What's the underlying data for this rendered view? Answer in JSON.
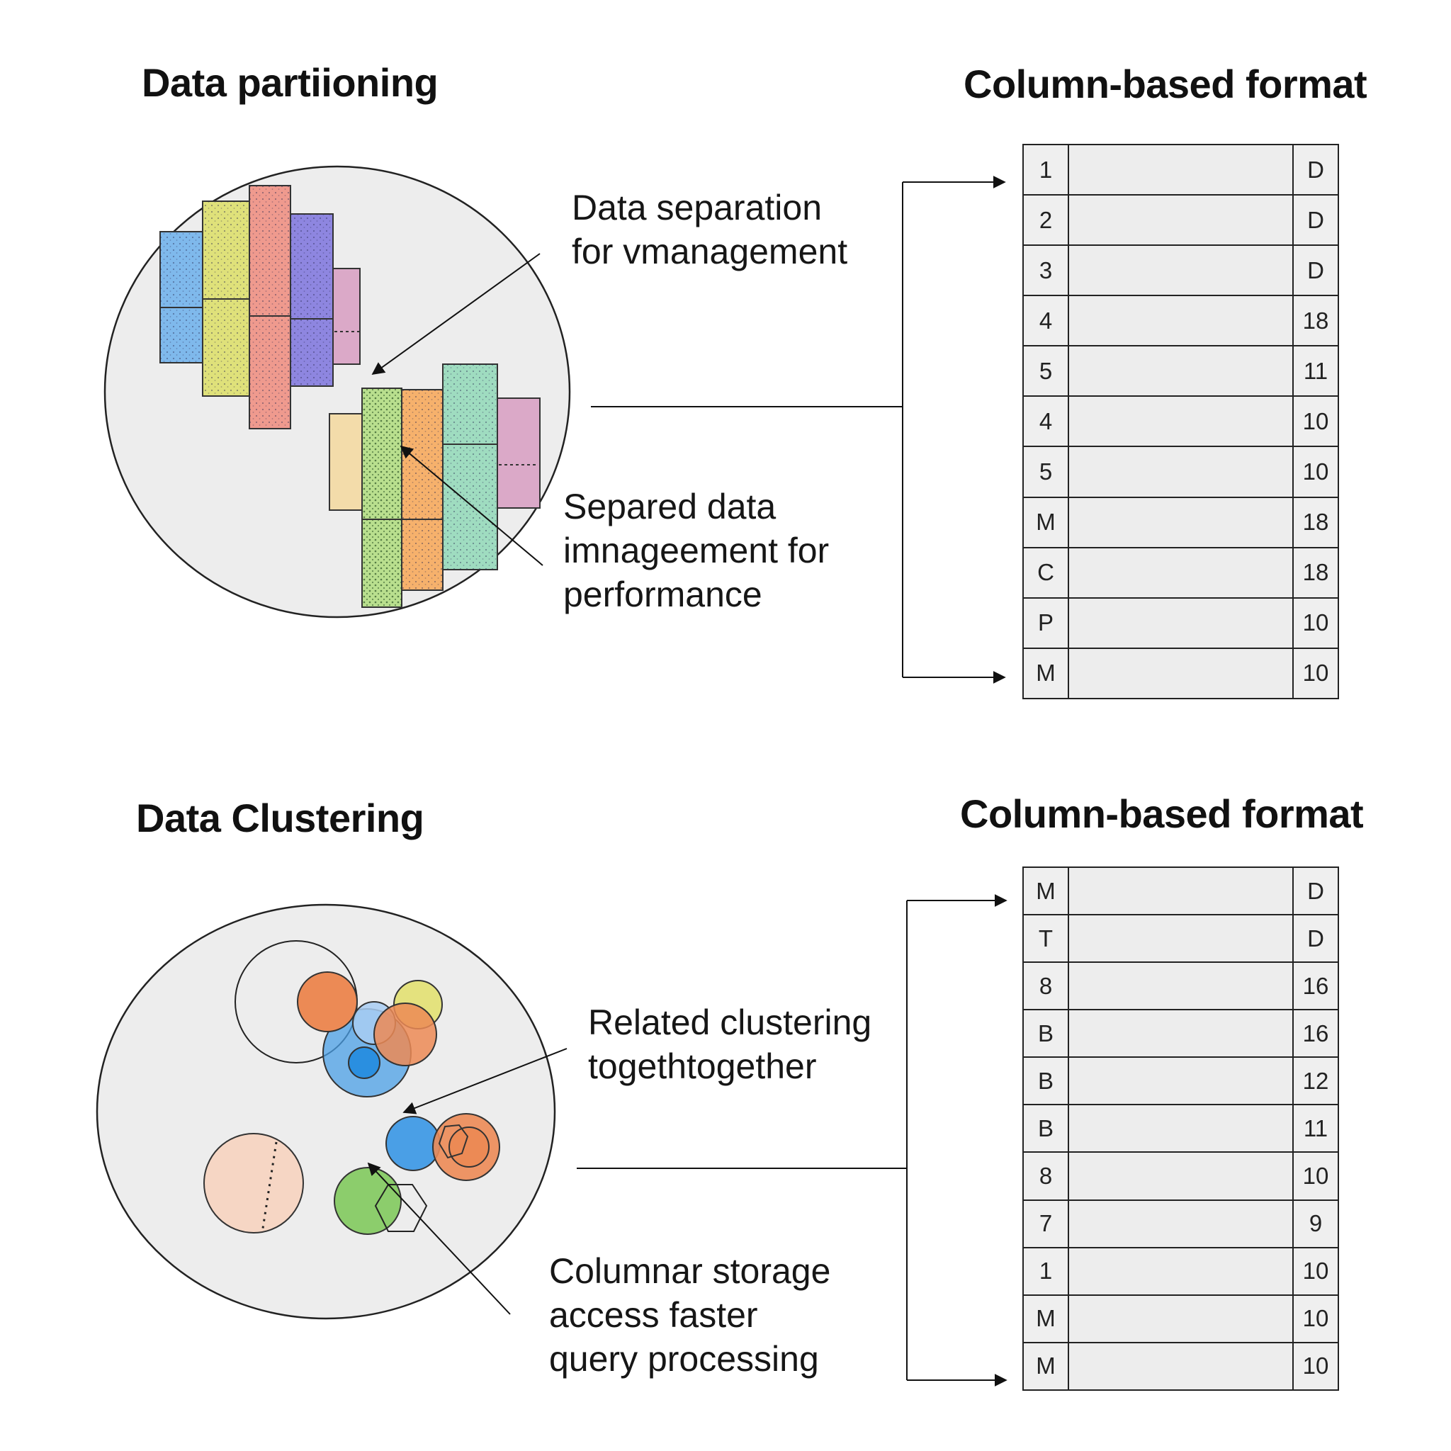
{
  "top": {
    "left_title": "Data partiioning",
    "right_title": "Column-based format",
    "callout_1": "Data separation\nfor vmanagement",
    "callout_2": "Separed data\nimnageement for\nperformance",
    "table": [
      [
        "1",
        "D"
      ],
      [
        "2",
        "D"
      ],
      [
        "3",
        "D"
      ],
      [
        "4",
        "18"
      ],
      [
        "5",
        "11"
      ],
      [
        "4",
        "10"
      ],
      [
        "5",
        "10"
      ],
      [
        "M",
        "18"
      ],
      [
        "C",
        "18"
      ],
      [
        "P",
        "10"
      ],
      [
        "M",
        "10"
      ]
    ]
  },
  "bottom": {
    "left_title": "Data Clustering",
    "right_title": "Column-based format",
    "callout_1": "Related clustering\ntogethtogether",
    "callout_2": "Columnar storage\naccess faster\nquery processing",
    "table": [
      [
        "M",
        "D"
      ],
      [
        "T",
        "D"
      ],
      [
        "8",
        "16"
      ],
      [
        "B",
        "16"
      ],
      [
        "B",
        "12"
      ],
      [
        "B",
        "11"
      ],
      [
        "8",
        "10"
      ],
      [
        "7",
        "9"
      ],
      [
        "1",
        "10"
      ],
      [
        "M",
        "10"
      ],
      [
        "M",
        "10"
      ]
    ]
  },
  "colors": {
    "blue": "#7fb9ec",
    "yellow": "#dfe17a",
    "red": "#ef9a8e",
    "purple": "#8e86e0",
    "pink": "#dba9c8",
    "tan": "#f3dcaa",
    "green": "#b9df8e",
    "orange": "#f6b16c",
    "teal": "#9fdcc0",
    "circle_orange": "#ec8a55",
    "circle_blue": "#4a9fe6",
    "circle_yellow": "#e4e27e",
    "circle_peach": "#f6d6c4",
    "circle_green": "#8ccd6c"
  }
}
